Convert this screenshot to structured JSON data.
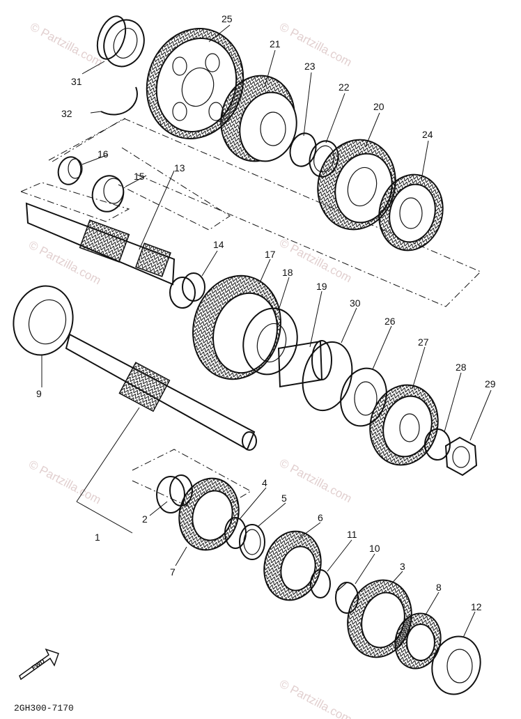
{
  "diagram": {
    "code": "2GH300-7170",
    "fwd_label": "FWD",
    "watermark": "© Partzilla.com",
    "callouts": {
      "c1": "1",
      "c2": "2",
      "c3": "3",
      "c4": "4",
      "c5": "5",
      "c6": "6",
      "c7": "7",
      "c8": "8",
      "c9": "9",
      "c10": "10",
      "c11": "11",
      "c12": "12",
      "c13": "13",
      "c14": "14",
      "c15": "15",
      "c16": "16",
      "c17": "17",
      "c18": "18",
      "c19": "19",
      "c20": "20",
      "c21": "21",
      "c22": "22",
      "c23": "23",
      "c24": "24",
      "c25": "25",
      "c26": "26",
      "c27": "27",
      "c28": "28",
      "c29": "29",
      "c30": "30",
      "c31": "31",
      "c32": "32"
    }
  }
}
